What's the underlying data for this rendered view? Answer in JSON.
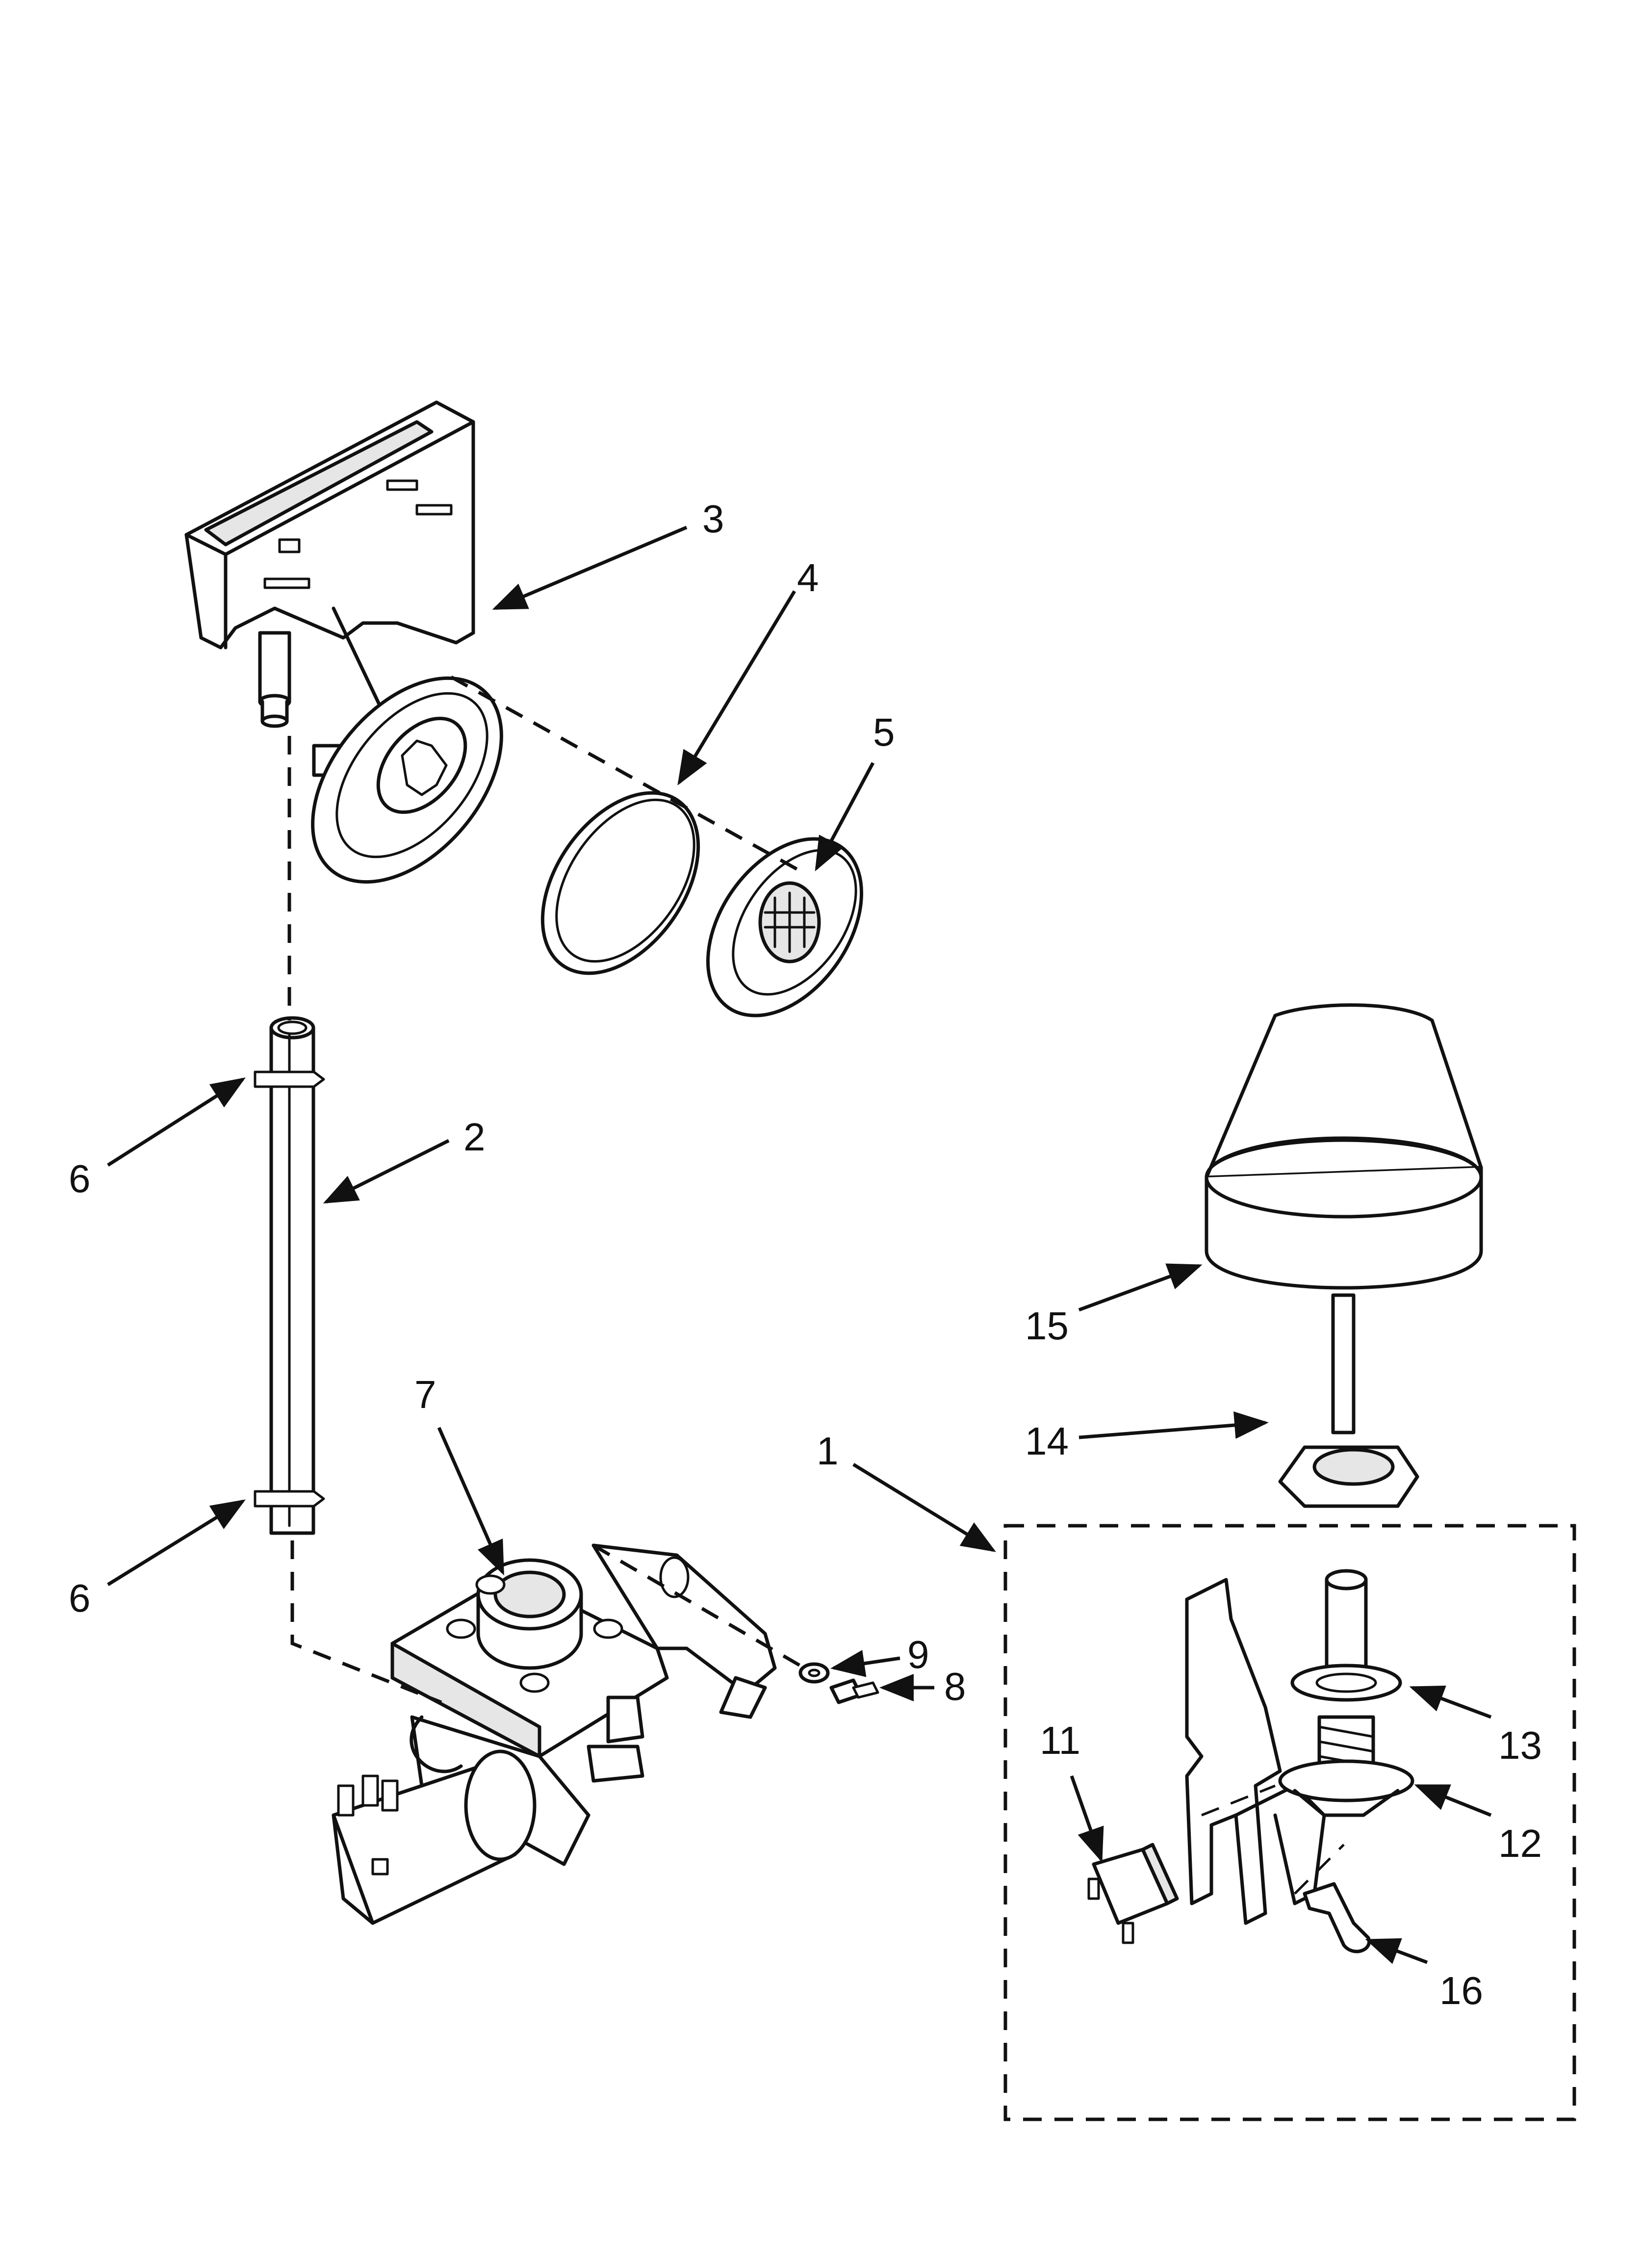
{
  "callouts": [
    {
      "id": "1",
      "text": "1"
    },
    {
      "id": "2",
      "text": "2"
    },
    {
      "id": "3",
      "text": "3"
    },
    {
      "id": "4",
      "text": "4"
    },
    {
      "id": "5",
      "text": "5"
    },
    {
      "id": "6a",
      "text": "6"
    },
    {
      "id": "6b",
      "text": "6"
    },
    {
      "id": "7",
      "text": "7"
    },
    {
      "id": "8",
      "text": "8"
    },
    {
      "id": "9",
      "text": "9"
    },
    {
      "id": "11",
      "text": "11"
    },
    {
      "id": "12",
      "text": "12"
    },
    {
      "id": "13",
      "text": "13"
    },
    {
      "id": "14",
      "text": "14"
    },
    {
      "id": "15",
      "text": "15"
    },
    {
      "id": "16",
      "text": "16"
    }
  ],
  "colors": {
    "ink": "#111111",
    "paper": "#ffffff"
  }
}
